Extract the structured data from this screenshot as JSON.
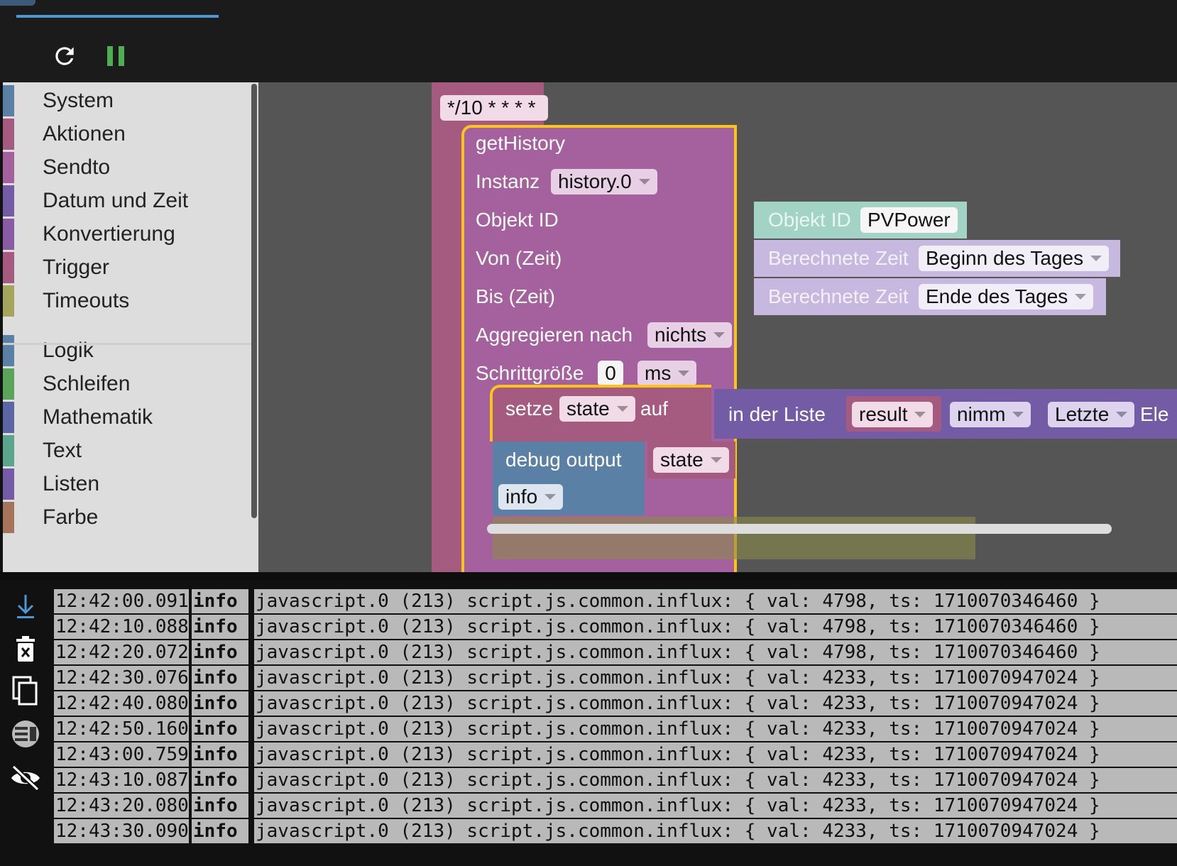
{
  "toolbar": {
    "reload_icon": "reload-icon",
    "pause_icon": "pause-icon"
  },
  "toolbox": {
    "categories": [
      {
        "label": "System",
        "color": "#5b80a5"
      },
      {
        "label": "Aktionen",
        "color": "#a55b80"
      },
      {
        "label": "Sendto",
        "color": "#a5609e"
      },
      {
        "label": "Datum und Zeit",
        "color": "#745ba5"
      },
      {
        "label": "Konvertierung",
        "color": "#8a5ba5"
      },
      {
        "label": "Trigger",
        "color": "#a55b80"
      },
      {
        "label": "Timeouts",
        "color": "#a5a55b"
      },
      {
        "label": "Logik",
        "color": "#5b80a5"
      },
      {
        "label": "Schleifen",
        "color": "#5ba55b"
      },
      {
        "label": "Mathematik",
        "color": "#5b67a5"
      },
      {
        "label": "Text",
        "color": "#5ba58c"
      },
      {
        "label": "Listen",
        "color": "#745ba5"
      },
      {
        "label": "Farbe",
        "color": "#a5745b"
      }
    ]
  },
  "blocks": {
    "cron": "*/10 * * * *",
    "gethistory": {
      "title": "getHistory",
      "instanz_label": "Instanz",
      "instanz_value": "history.0",
      "objekt_label": "Objekt ID",
      "von_label": "Von (Zeit)",
      "bis_label": "Bis (Zeit)",
      "aggr_label": "Aggregieren nach",
      "aggr_value": "nichts",
      "schritt_label": "Schrittgröße",
      "schritt_value": "0",
      "schritt_unit": "ms"
    },
    "objekt_id": {
      "label": "Objekt ID",
      "value": "PVPower"
    },
    "von_time": {
      "label": "Berechnete Zeit",
      "value": "Beginn des Tages"
    },
    "bis_time": {
      "label": "Berechnete Zeit",
      "value": "Ende des Tages"
    },
    "setze": {
      "label": "setze",
      "var": "state",
      "auf": "auf"
    },
    "liste": {
      "label": "in der Liste",
      "var": "result",
      "op": "nimm",
      "pos": "Letzte",
      "tail": "Ele"
    },
    "debug": {
      "label": "debug output",
      "var": "state",
      "level": "info"
    }
  },
  "log": {
    "rows": [
      {
        "time": "12:42:00.091",
        "level": "info",
        "msg": "javascript.0 (213) script.js.common.influx: { val: 4798, ts: 1710070346460 }"
      },
      {
        "time": "12:42:10.088",
        "level": "info",
        "msg": "javascript.0 (213) script.js.common.influx: { val: 4798, ts: 1710070346460 }"
      },
      {
        "time": "12:42:20.072",
        "level": "info",
        "msg": "javascript.0 (213) script.js.common.influx: { val: 4798, ts: 1710070346460 }"
      },
      {
        "time": "12:42:30.076",
        "level": "info",
        "msg": "javascript.0 (213) script.js.common.influx: { val: 4233, ts: 1710070947024 }"
      },
      {
        "time": "12:42:40.080",
        "level": "info",
        "msg": "javascript.0 (213) script.js.common.influx: { val: 4233, ts: 1710070947024 }"
      },
      {
        "time": "12:42:50.160",
        "level": "info",
        "msg": "javascript.0 (213) script.js.common.influx: { val: 4233, ts: 1710070947024 }"
      },
      {
        "time": "12:43:00.759",
        "level": "info",
        "msg": "javascript.0 (213) script.js.common.influx: { val: 4233, ts: 1710070947024 }"
      },
      {
        "time": "12:43:10.087",
        "level": "info",
        "msg": "javascript.0 (213) script.js.common.influx: { val: 4233, ts: 1710070947024 }"
      },
      {
        "time": "12:43:20.080",
        "level": "info",
        "msg": "javascript.0 (213) script.js.common.influx: { val: 4233, ts: 1710070947024 }"
      },
      {
        "time": "12:43:30.090",
        "level": "info",
        "msg": "javascript.0 (213) script.js.common.influx: { val: 4233, ts: 1710070947024 }"
      }
    ]
  }
}
